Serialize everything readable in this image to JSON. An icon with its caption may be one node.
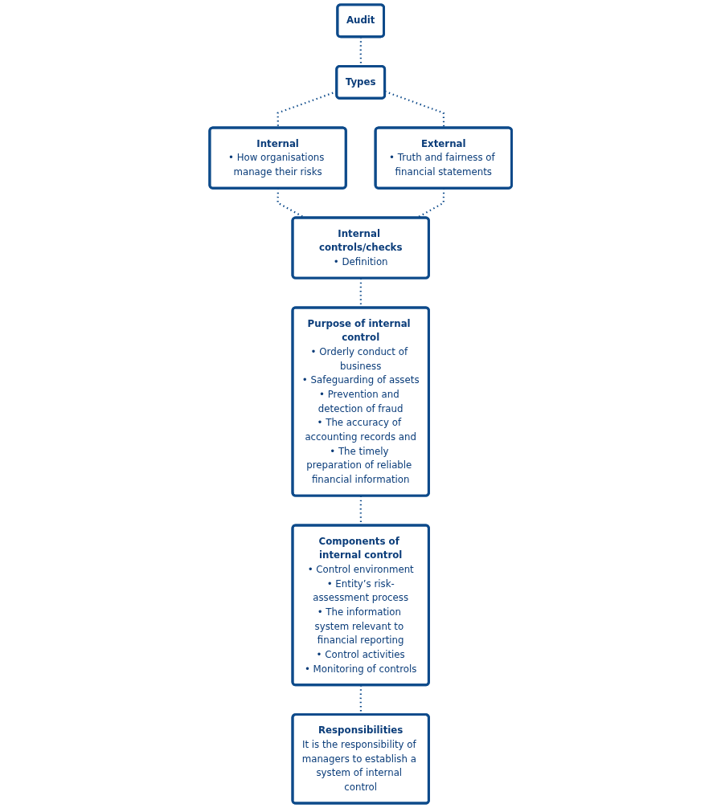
{
  "diagram": {
    "nodes": [
      {
        "text": [
          "Audit"
        ]
      },
      {
        "text": [
          "Types"
        ]
      },
      {
        "text": [
          "Internal",
          "• How organisations manage their risks"
        ]
      },
      {
        "text": [
          "External",
          "• Truth and fairness of financial statements"
        ]
      },
      {
        "text": [
          "Internal controls/checks",
          "• Definition"
        ]
      },
      {
        "text": [
          "Purpose of internal control",
          "• Orderly conduct of business",
          "• Safeguarding of assets",
          "• Prevention and detection of fraud",
          "• The accuracy of accounting records and",
          "• The timely preparation of reliable financial information"
        ]
      },
      {
        "text": [
          "Components of internal control",
          "• Control environment",
          "• Entity’s risk-assessment process",
          "• The information system relevant to financial reporting",
          "• Control activities",
          "• Monitoring of controls"
        ]
      },
      {
        "text": [
          "Responsibilities",
          "It is the responsibility of managers to establish a system of internal control"
        ]
      }
    ],
    "edges": [
      {
        "from": 0,
        "to": 1,
        "arrow": "none"
      },
      {
        "from": 1,
        "to": 2,
        "arrow": "none"
      },
      {
        "from": 1,
        "to": 3,
        "arrow": "none"
      },
      {
        "from": 2,
        "to": 4,
        "arrow": "none"
      },
      {
        "from": 3,
        "to": 4,
        "arrow": "none"
      },
      {
        "from": 4,
        "to": 5,
        "arrow": "none"
      },
      {
        "from": 5,
        "to": 6,
        "arrow": "none"
      },
      {
        "from": 6,
        "to": 7,
        "arrow": "none"
      }
    ]
  }
}
